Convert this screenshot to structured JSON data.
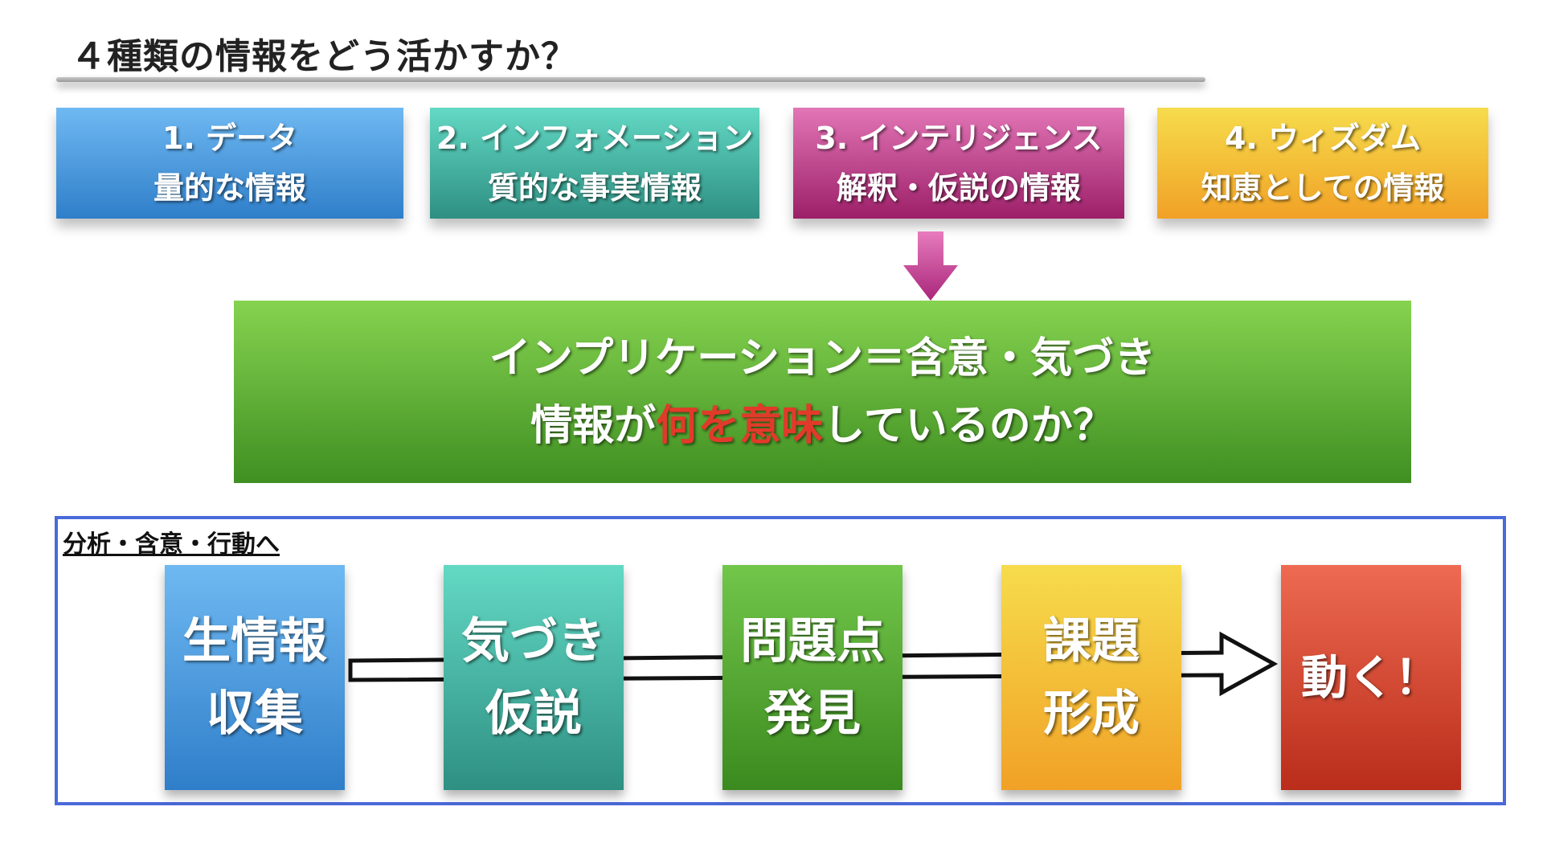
{
  "title": "４種類の情報をどう活かすか？",
  "types": [
    {
      "line1": "1. データ",
      "line2": "量的な情報",
      "color": "#4a9be0"
    },
    {
      "line1": "2. インフォメーション",
      "line2": "質的な事実情報",
      "color": "#45b5a4"
    },
    {
      "line1": "3. インテリジェンス",
      "line2": "解釈・仮説の情報",
      "color": "#c24a8f"
    },
    {
      "line1": "4. ウィズダム",
      "line2": "知恵としての情報",
      "color": "#f4be36"
    }
  ],
  "implication": {
    "line1": "インプリケーション＝含意・気づき",
    "line2_pre": "情報が",
    "line2_red": "何を意味",
    "line2_post": "しているのか？",
    "highlight_color": "#e23a2a"
  },
  "flow": {
    "label": "分析・含意・行動へ",
    "steps": [
      {
        "line1": "生情報",
        "line2": "収集"
      },
      {
        "line1": "気づき",
        "line2": "仮説"
      },
      {
        "line1": "問題点",
        "line2": "発見"
      },
      {
        "line1": "課題",
        "line2": "形成"
      },
      {
        "line1": "動く！"
      }
    ]
  }
}
